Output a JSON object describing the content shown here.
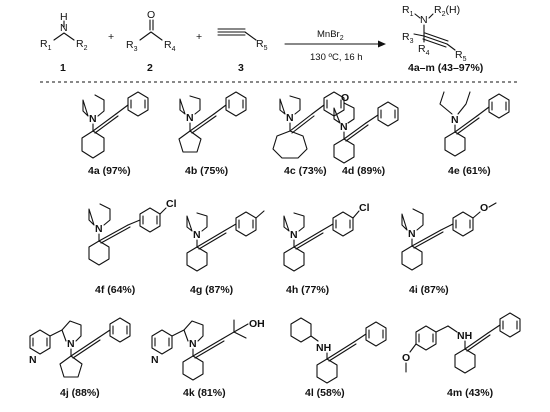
{
  "scheme": {
    "reactant_numbers": [
      "1",
      "2",
      "3"
    ],
    "plus": "+",
    "amine": {
      "r1": "R",
      "r1_sub": "1",
      "h": "H",
      "n": "N",
      "r2": "R",
      "r2_sub": "2"
    },
    "ketone": {
      "o": "O",
      "r3": "R",
      "r3_sub": "3",
      "r4": "R",
      "r4_sub": "4"
    },
    "alkyne": {
      "r5": "R",
      "r5_sub": "5"
    },
    "product": {
      "r1": "R",
      "r1_sub": "1",
      "n": "N",
      "r2h": "R",
      "r2h_sub": "2",
      "r2h_tail": "(H)",
      "r3": "R",
      "r3_sub": "3",
      "r4": "R",
      "r4_sub": "4",
      "r5": "R",
      "r5_sub": "5"
    },
    "catalyst_main": "MnBr",
    "catalyst_sub": "2",
    "conditions": "130 ºC, 16 h",
    "product_label": "4a–m (43–97%)"
  },
  "compounds": [
    {
      "id": "4a",
      "label": "4a (97%)"
    },
    {
      "id": "4b",
      "label": "4b (75%)"
    },
    {
      "id": "4c",
      "label": "4c (73%)"
    },
    {
      "id": "4d",
      "label": "4d (89%)"
    },
    {
      "id": "4e",
      "label": "4e (61%)"
    },
    {
      "id": "4f",
      "label": "4f (64%)"
    },
    {
      "id": "4g",
      "label": "4g (87%)"
    },
    {
      "id": "4h",
      "label": "4h (77%)"
    },
    {
      "id": "4i",
      "label": "4i (87%)"
    },
    {
      "id": "4j",
      "label": "4j (88%)"
    },
    {
      "id": "4k",
      "label": "4k (81%)"
    },
    {
      "id": "4l",
      "label": "4l (58%)"
    },
    {
      "id": "4m",
      "label": "4m (43%)"
    }
  ],
  "atoms": {
    "n": "N",
    "o": "O",
    "nh": "NH",
    "oh": "OH",
    "cl": "Cl"
  }
}
